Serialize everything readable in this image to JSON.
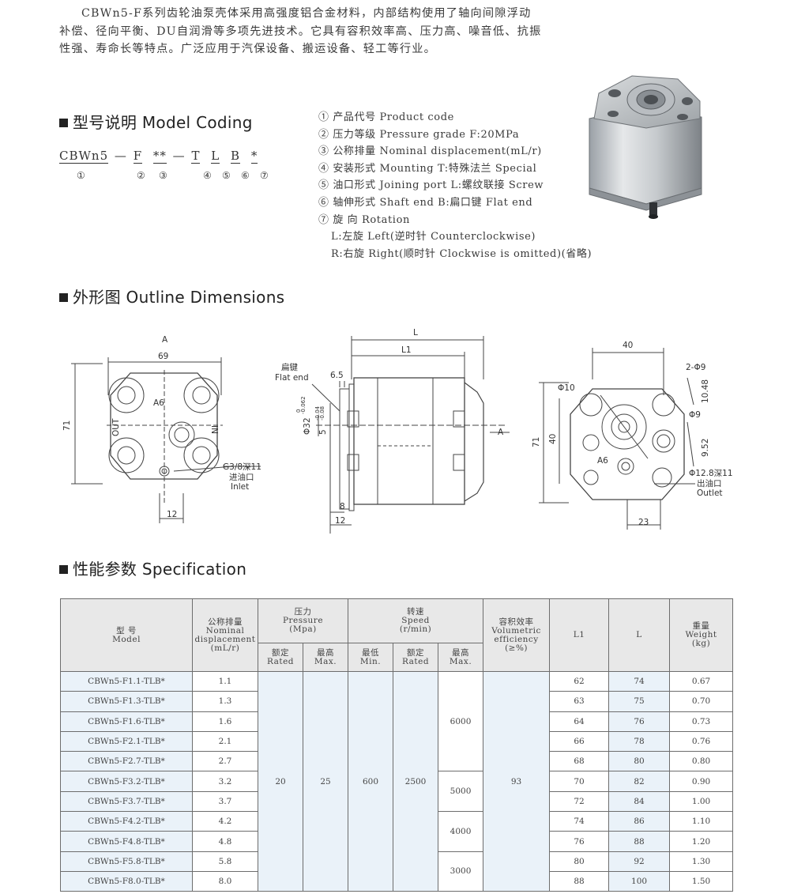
{
  "intro": {
    "lines": [
      "CBWn5-F系列齿轮油泵壳体采用高强度铝合金材料，内部结构使用了轴向间隙浮动",
      "补偿、径向平衡、DU自润滑等多项先进技术。它具有容积效率高、压力高、噪音低、抗振",
      "性强、寿命长等特点。广泛应用于汽保设备、搬运设备、轻工等行业。"
    ]
  },
  "model_coding": {
    "title": "型号说明 Model Coding",
    "code_parts": [
      "CBWn5",
      "—",
      "F",
      "**",
      "—",
      "T",
      "L",
      "B",
      "*"
    ],
    "code_numbers": [
      "①",
      "②",
      "③",
      "④",
      "⑤",
      "⑥",
      "⑦"
    ],
    "legend": [
      "① 产品代号 Product code",
      "② 压力等级 Pressure grade F:20MPa",
      "③ 公称排量 Nominal displacement(mL/r)",
      "④ 安装形式 Mounting  T:特殊法兰 Special",
      "⑤ 油口形式 Joining port L:螺纹联接 Screw",
      "⑥ 轴伸形式 Shaft end B:扁口键 Flat end",
      "⑦ 旋    向 Rotation",
      "L:左旋 Left(逆时针 Counterclockwise)",
      "R:右旋 Right(顺时针 Clockwise is omitted)(省略)"
    ]
  },
  "outline": {
    "title": "外形图 Outline Dimensions",
    "left_view": {
      "view_label": "A",
      "width_dim": "69",
      "height_dim": "71",
      "port_a6": "A6",
      "out_label": "OUT",
      "in_label": "IN",
      "inlet_thread": "G3/8深11",
      "inlet_cn": "进油口",
      "inlet_en": "Inlet",
      "bottom_dim": "12"
    },
    "side_view": {
      "dim_L": "L",
      "dim_L1": "L1",
      "flat_cn": "扁键",
      "flat_en": "Flat end",
      "dim_65": "6.5",
      "dim_32": "Φ32",
      "tol_32_top": "0",
      "tol_32_bot": "-0.062",
      "dim_5": "5",
      "tol_5_top": "-0.04",
      "tol_5_bot": "-0.08",
      "dim_8": "8",
      "dim_12": "12",
      "arrow_label": "A"
    },
    "right_view": {
      "dim_40_top": "40",
      "holes": "2-Φ9",
      "dim_10": "Φ10",
      "dim_1048": "10.48",
      "dim_9": "Φ9",
      "dim_71": "71",
      "dim_40_left": "40",
      "dim_952": "9.52",
      "port_a6": "A6",
      "outlet_thread": "Φ12.8深11",
      "outlet_cn": "出油口",
      "outlet_en": "Outlet",
      "dim_23": "23"
    }
  },
  "specification": {
    "title": "性能参数 Specification",
    "headers": {
      "model_cn": "型  号",
      "model_en": "Model",
      "disp_cn": "公称排量",
      "disp_en1": "Nominal",
      "disp_en2": "displacement",
      "disp_unit": "(mL/r)",
      "pressure_cn": "压力",
      "pressure_en": "Pressure",
      "pressure_unit": "(Mpa)",
      "rated_cn": "额定",
      "rated_en": "Rated",
      "max_cn": "最高",
      "max_en": "Max.",
      "speed_cn": "转速",
      "speed_en": "Speed",
      "speed_unit": "(r/min)",
      "min_cn": "最低",
      "min_en": "Min.",
      "srated_cn": "额定",
      "srated_en": "Rated",
      "smax_cn": "最高",
      "smax_en": "Max.",
      "vol_cn": "容积效率",
      "vol_en1": "Volumetric",
      "vol_en2": "efficiency",
      "vol_unit": "(≥%)",
      "l1": "L1",
      "l": "L",
      "weight_cn": "重量",
      "weight_en": "Weight",
      "weight_unit": "(kg)"
    },
    "shared": {
      "rated_pressure": "20",
      "max_pressure": "25",
      "min_speed": "600",
      "rated_speed": "2500",
      "volumetric_efficiency": "93",
      "max_speed_groups": [
        "6000",
        "5000",
        "4000",
        "3000"
      ]
    },
    "rows": [
      {
        "model": "CBWn5-F1.1-TLB*",
        "disp": "1.1",
        "l1": "62",
        "l": "74",
        "weight": "0.67"
      },
      {
        "model": "CBWn5-F1.3-TLB*",
        "disp": "1.3",
        "l1": "63",
        "l": "75",
        "weight": "0.70"
      },
      {
        "model": "CBWn5-F1.6-TLB*",
        "disp": "1.6",
        "l1": "64",
        "l": "76",
        "weight": "0.73"
      },
      {
        "model": "CBWn5-F2.1-TLB*",
        "disp": "2.1",
        "l1": "66",
        "l": "78",
        "weight": "0.76"
      },
      {
        "model": "CBWn5-F2.7-TLB*",
        "disp": "2.7",
        "l1": "68",
        "l": "80",
        "weight": "0.80"
      },
      {
        "model": "CBWn5-F3.2-TLB*",
        "disp": "3.2",
        "l1": "70",
        "l": "82",
        "weight": "0.90"
      },
      {
        "model": "CBWn5-F3.7-TLB*",
        "disp": "3.7",
        "l1": "72",
        "l": "84",
        "weight": "1.00"
      },
      {
        "model": "CBWn5-F4.2-TLB*",
        "disp": "4.2",
        "l1": "74",
        "l": "86",
        "weight": "1.10"
      },
      {
        "model": "CBWn5-F4.8-TLB*",
        "disp": "4.8",
        "l1": "76",
        "l": "88",
        "weight": "1.20"
      },
      {
        "model": "CBWn5-F5.8-TLB*",
        "disp": "5.8",
        "l1": "80",
        "l": "92",
        "weight": "1.30"
      },
      {
        "model": "CBWn5-F8.0-TLB*",
        "disp": "8.0",
        "l1": "88",
        "l": "100",
        "weight": "1.50"
      }
    ]
  }
}
